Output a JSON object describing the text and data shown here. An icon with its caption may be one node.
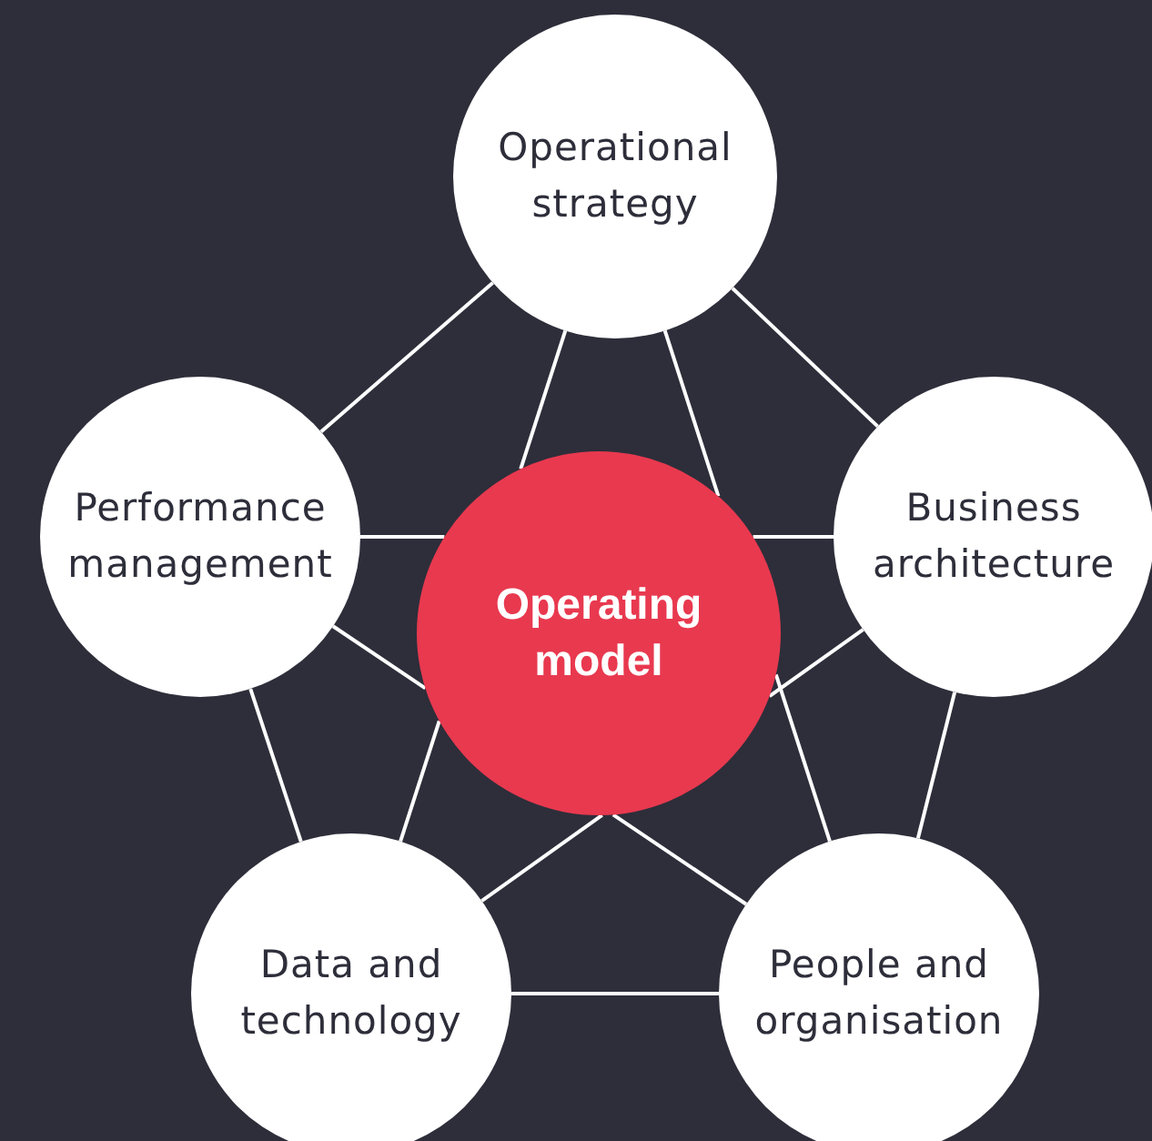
{
  "diagram": {
    "nodes": [
      {
        "text": [
          "Operating model"
        ]
      },
      {
        "text": [
          "Operational strategy"
        ]
      },
      {
        "text": [
          "Business architecture"
        ]
      },
      {
        "text": [
          "People and organisation"
        ]
      },
      {
        "text": [
          "Data and technology"
        ]
      },
      {
        "text": [
          "Performance management"
        ]
      }
    ],
    "edges": [
      {
        "from": 1,
        "to": 2,
        "arrow": "none"
      },
      {
        "from": 2,
        "to": 3,
        "arrow": "none"
      },
      {
        "from": 3,
        "to": 4,
        "arrow": "none"
      },
      {
        "from": 4,
        "to": 5,
        "arrow": "none"
      },
      {
        "from": 5,
        "to": 1,
        "arrow": "none"
      },
      {
        "from": 1,
        "to": 0,
        "arrow": "none"
      },
      {
        "from": 1,
        "to": 0,
        "arrow": "none"
      },
      {
        "from": 2,
        "to": 0,
        "arrow": "none"
      },
      {
        "from": 2,
        "to": 0,
        "arrow": "none"
      },
      {
        "from": 3,
        "to": 0,
        "arrow": "none"
      },
      {
        "from": 3,
        "to": 0,
        "arrow": "none"
      },
      {
        "from": 4,
        "to": 0,
        "arrow": "none"
      },
      {
        "from": 4,
        "to": 0,
        "arrow": "none"
      },
      {
        "from": 5,
        "to": 0,
        "arrow": "none"
      },
      {
        "from": 5,
        "to": 0,
        "arrow": "none"
      }
    ]
  }
}
